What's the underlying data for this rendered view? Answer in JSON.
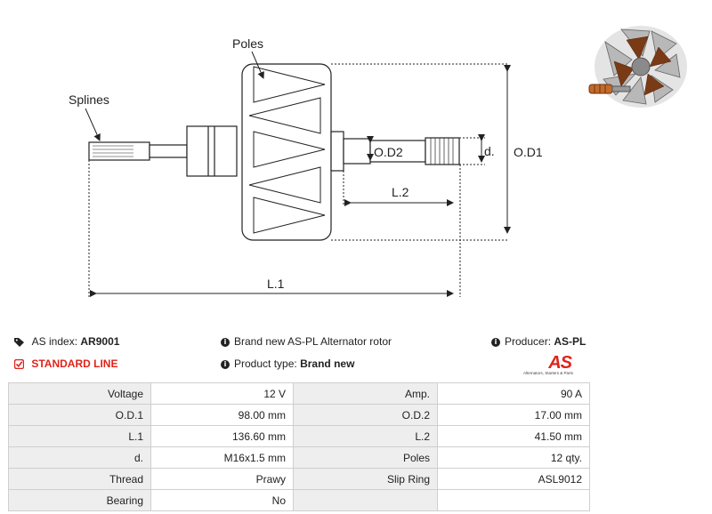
{
  "diagram": {
    "labels": {
      "poles": "Poles",
      "splines": "Splines",
      "od1": "O.D1",
      "od2": "O.D2",
      "d": "d.",
      "l1": "L.1",
      "l2": "L.2"
    }
  },
  "info": {
    "as_index_label": "AS index:",
    "as_index_value": "AR9001",
    "standard_line": "STANDARD LINE",
    "description": "Brand new AS-PL Alternator rotor",
    "product_type_label": "Product type:",
    "product_type_value": "Brand new",
    "producer_label": "Producer:",
    "producer_value": "AS-PL",
    "logo_mark": "AS",
    "logo_tagline": "Alternators, Starters & Parts"
  },
  "specs": [
    {
      "l1": "Voltage",
      "v1": "12 V",
      "l2": "Amp.",
      "v2": "90 A"
    },
    {
      "l1": "O.D.1",
      "v1": "98.00 mm",
      "l2": "O.D.2",
      "v2": "17.00 mm"
    },
    {
      "l1": "L.1",
      "v1": "136.60 mm",
      "l2": "L.2",
      "v2": "41.50 mm"
    },
    {
      "l1": "d.",
      "v1": "M16x1.5 mm",
      "l2": "Poles",
      "v2": "12 qty."
    },
    {
      "l1": "Thread",
      "v1": "Prawy",
      "l2": "Slip Ring",
      "v2": "ASL9012"
    },
    {
      "l1": "Bearing",
      "v1": "No",
      "l2": "",
      "v2": ""
    }
  ],
  "colors": {
    "accent_red": "#e0231a",
    "table_label_bg": "#eeeeee",
    "table_border": "#cfcfcf"
  }
}
